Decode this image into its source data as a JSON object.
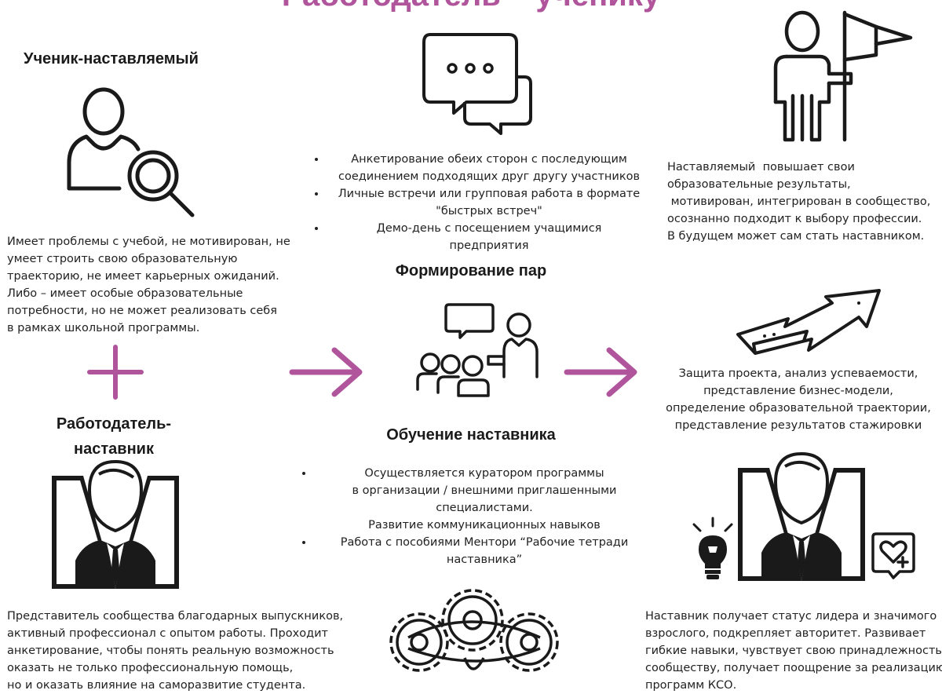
{
  "title": "Работодатель – ученику",
  "left": {
    "student_heading": "Ученик-наставляемый",
    "student_desc": [
      "Имеет проблемы с учебой, не мотивирован, не",
      "умеет строить свою образовательную",
      "траекторию, не имеет карьерных ожиданий.",
      "Либо – имеет особые образовательные",
      "потребности, но не может реализовать себя",
      "в рамках школьной программы."
    ],
    "mentor_heading_line1": "Работодатель-",
    "mentor_heading_line2": "наставник",
    "mentor_desc": [
      "Представитель сообщества благодарных выпускников,",
      "активный профессионал с опытом работы. Проходит",
      "анкетирование, чтобы понять реальную возможность",
      "оказать не только профессиональную помощь,",
      "но и оказать влияние на саморазвитие студента."
    ]
  },
  "middle": {
    "pairing_bullets": [
      [
        "Анкетирование обеих сторон с последующим",
        "соединением подходящих друг другу участников"
      ],
      [
        "Личные встречи или групповая работа в формате",
        "\"быстрых встреч\""
      ],
      [
        "Демо-день с посещением учащимися",
        "предприятия"
      ]
    ],
    "pairing_heading": "Формирование пар",
    "training_heading": "Обучение наставника",
    "training_bullets": [
      [
        "Осуществляется куратором программы",
        "в организации / внешними приглашенными",
        "специалистами.",
        "Развитие коммуникационных навыков"
      ],
      [
        "Работа с пособиями Ментори “Рабочие тетради",
        "наставника”"
      ]
    ]
  },
  "right": {
    "student_result": [
      "Наставляемый  повышает свои",
      "образовательные результаты,",
      " мотивирован, интегрирован в сообщество,",
      "осознанно подходит к выбору профессии.",
      "В будущем может сам стать наставником."
    ],
    "project_text": [
      "Защита проекта, анализ успеваемости,",
      "представление бизнес-модели,",
      "определение образовательной траектории,",
      "представление результатов стажировки"
    ],
    "mentor_result": [
      "Наставник получает статус лидера и значимого",
      "взрослого, подкрепляет авторитет. Развивает",
      "гибкие навыки, чувствует свою принадлежность",
      "сообществу, получает поощрение за реализацию",
      "программ КСО."
    ]
  },
  "colors": {
    "accent": "#b0559c",
    "icon": "#1a1a1a",
    "text": "#222222"
  },
  "icons": [
    "person-search-icon",
    "chat-bubbles-icon",
    "person-flag-icon",
    "plus-icon",
    "arrow-right-icon",
    "group-meeting-icon",
    "rising-arrow-icon",
    "businessman-icon",
    "gears-icon",
    "lightbulb-icon",
    "heart-badge-icon"
  ]
}
